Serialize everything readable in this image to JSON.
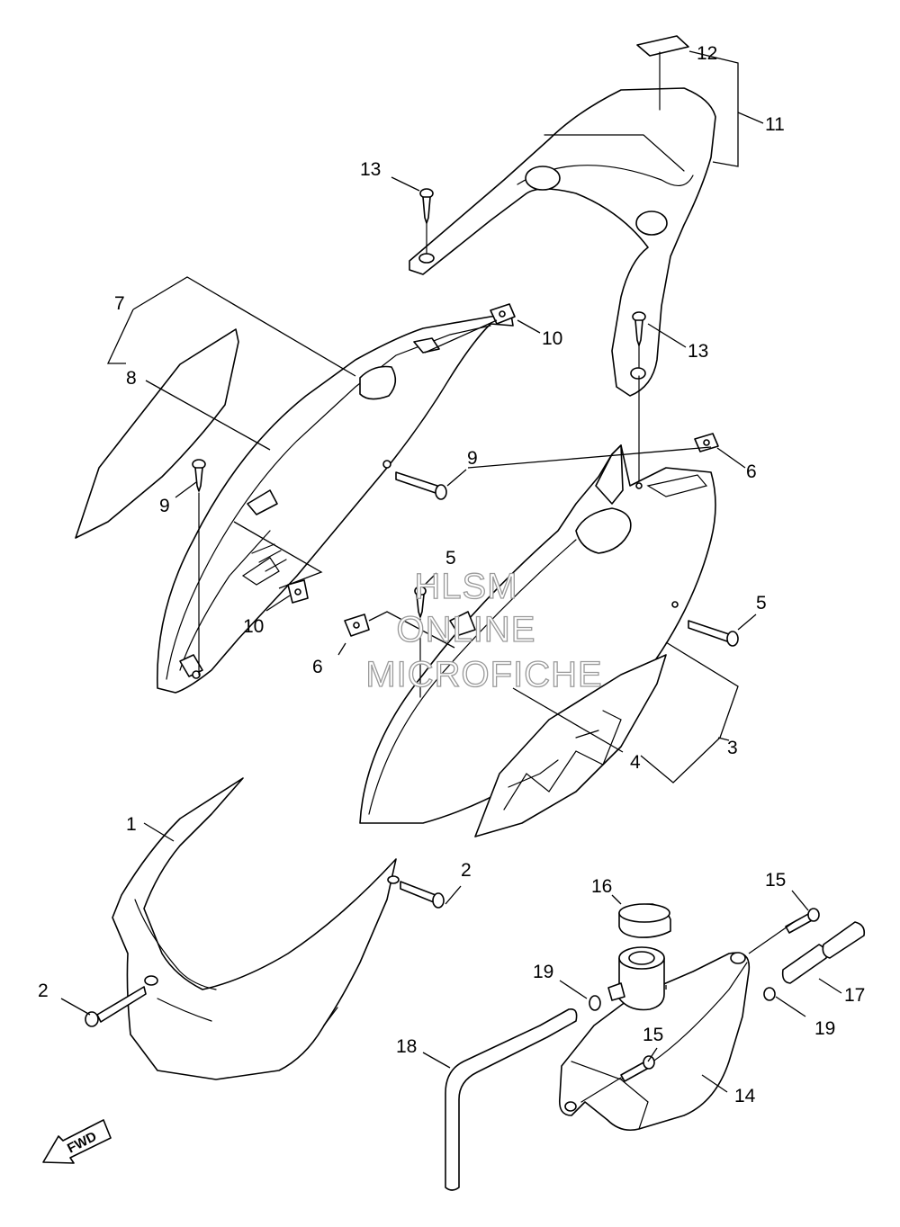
{
  "callouts": {
    "c1": "1",
    "c2a": "2",
    "c2b": "2",
    "c3": "3",
    "c4": "4",
    "c5a": "5",
    "c5b": "5",
    "c6a": "6",
    "c6b": "6",
    "c7": "7",
    "c8": "8",
    "c9a": "9",
    "c9b": "9",
    "c10a": "10",
    "c10b": "10",
    "c11": "11",
    "c12": "12",
    "c13a": "13",
    "c13b": "13",
    "c14": "14",
    "c15a": "15",
    "c15b": "15",
    "c16": "16",
    "c17": "17",
    "c18": "18",
    "c19a": "19",
    "c19b": "19"
  },
  "watermark": {
    "line1": "HLSM",
    "line2": "ONLINE",
    "line3": "MICROFICHE"
  },
  "fwd_label": "FWD",
  "colors": {
    "line": "#000000",
    "background": "#ffffff",
    "watermark_outline": "#9a9a9a"
  }
}
